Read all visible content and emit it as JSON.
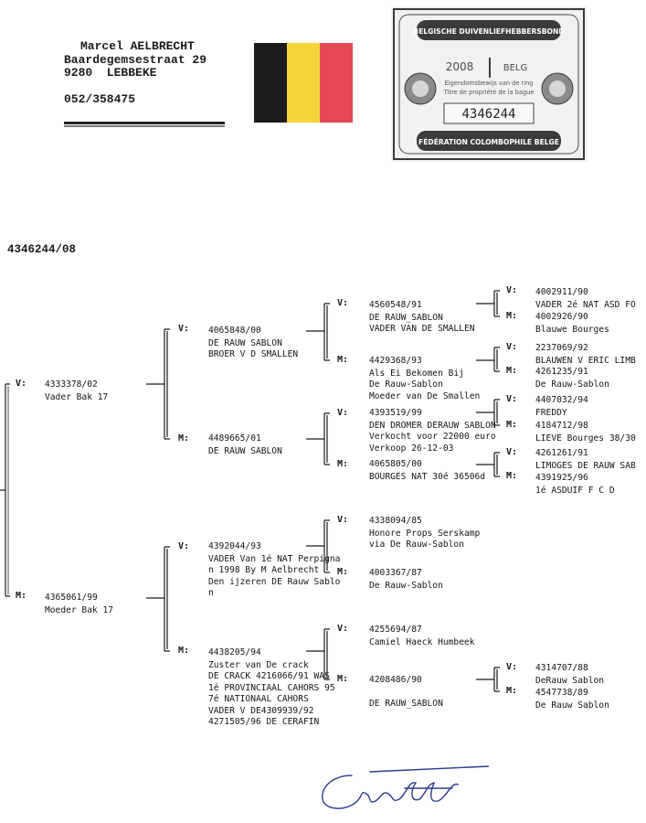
{
  "owner": {
    "name": "Marcel AELBRECHT",
    "street": "Baardegemsestraat 29",
    "city": "9280  LEBBEKE",
    "phone": "052/358475"
  },
  "flag_colors": [
    "#1c1c1c",
    "#f5d33a",
    "#e54855"
  ],
  "ring_card": {
    "top_text": "BELGISCHE DUIVENLIEFHEBBERSBOND",
    "year": "2008",
    "country": "BELG",
    "line1": "Eigendomsbewijs van de ring",
    "line2": "Titre de propriété de la bague",
    "number": "4346244",
    "bottom_text": "FÉDÉRATION COLOMBOPHILE BELGE"
  },
  "pedigree_number": "4346244/08",
  "labels": {
    "sire": "V:",
    "dam": "M:"
  },
  "pedigree": {
    "sire": {
      "ring": "4333378/02",
      "lines": [
        "Vader Bak 17"
      ]
    },
    "dam": {
      "ring": "4365061/99",
      "lines": [
        "Moeder Bak 17"
      ]
    },
    "ss": {
      "ring": "4065848/00",
      "lines": [
        "DE RAUW SABLON",
        "BROER V D SMALLEN"
      ]
    },
    "sd": {
      "ring": "4489665/01",
      "lines": [
        "DE RAUW SABLON"
      ]
    },
    "ds": {
      "ring": "4392044/93",
      "lines": [
        "VADER Van 1é NAT Perpigna",
        "n 1998 By M Aelbrecht",
        "Den ijzeren DE Rauw Sablo",
        "n"
      ]
    },
    "dd": {
      "ring": "4438205/94",
      "lines": [
        "Zuster van De crack",
        "DE CRACK 4216066/91 WAS",
        "1é PROVINCIAAL CAHORS 95",
        "7é NATIONAAL CAHORS",
        "VADER V DE4309939/92",
        "4271505/96 DE CERAFIN"
      ]
    },
    "sss": {
      "ring": "4560548/91",
      "lines": [
        "DE RAUW_SABLON",
        "VADER VAN DE SMALLEN"
      ]
    },
    "ssd": {
      "ring": "4429368/93",
      "lines": [
        "Als Ei Bekomen Bij",
        "De Rauw-Sablon",
        "Moeder van De Smallen"
      ]
    },
    "sds": {
      "ring": "4393519/99",
      "lines": [
        "DEN DROMER DERAUW SABLON",
        "Verkocht voor 22000 euro",
        "Verkoop 26-12-03"
      ]
    },
    "sdd": {
      "ring": "4065805/00",
      "lines": [
        "BOURGES NAT 30é 36506d"
      ]
    },
    "dss": {
      "ring": "4338094/85",
      "lines": [
        "Honore Props Serskamp",
        "via De Rauw-Sablon"
      ]
    },
    "dsd": {
      "ring": "4003367/87",
      "lines": [
        "De Rauw-Sablon"
      ]
    },
    "dds": {
      "ring": "4255694/87",
      "lines": [
        "Camiel Haeck Humbeek"
      ]
    },
    "ddd": {
      "ring": "4208486/90",
      "lines": [
        "",
        "DE RAUW_SABLON"
      ]
    },
    "ssss": {
      "ring": "4002911/90",
      "lines": [
        "VADER 2é NAT ASD FO"
      ]
    },
    "sssd": {
      "ring": "4002926/90",
      "lines": [
        "Blauwe Bourges"
      ]
    },
    "ssds": {
      "ring": "2237069/92",
      "lines": [
        "BLAUWEN V ERIC LIMB"
      ]
    },
    "ssdd": {
      "ring": "4261235/91",
      "lines": [
        "De Rauw-Sablon"
      ]
    },
    "sdss": {
      "ring": "4407032/94",
      "lines": [
        "FREDDY"
      ]
    },
    "sdsd": {
      "ring": "4184712/98",
      "lines": [
        "LIEVE Bourges 38/30"
      ]
    },
    "sdds": {
      "ring": "4261261/91",
      "lines": [
        "LIMOGES DE RAUW SAB"
      ]
    },
    "sddd": {
      "ring": "4391925/96",
      "lines": [
        "1é ASDUIF F C D"
      ]
    },
    "ddds": {
      "ring": "4314707/88",
      "lines": [
        "DeRauw Sablon"
      ]
    },
    "dddd": {
      "ring": "4547738/89",
      "lines": [
        "De Rauw Sablon"
      ]
    }
  }
}
